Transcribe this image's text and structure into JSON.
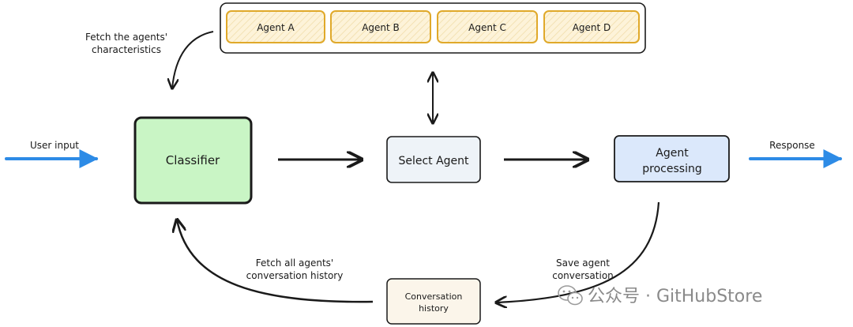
{
  "diagram": {
    "agents": [
      "Agent A",
      "Agent B",
      "Agent C",
      "Agent D"
    ],
    "nodes": {
      "classifier": "Classifier",
      "select_agent": "Select Agent",
      "agent_processing_line1": "Agent",
      "agent_processing_line2": "processing",
      "conversation_history_line1": "Conversation",
      "conversation_history_line2": "history"
    },
    "labels": {
      "user_input": "User input",
      "response": "Response",
      "fetch_characteristics_line1": "Fetch the agents'",
      "fetch_characteristics_line2": "characteristics",
      "fetch_history_line1": "Fetch all agents'",
      "fetch_history_line2": "conversation history",
      "save_conversation_line1": "Save agent",
      "save_conversation_line2": "conversation"
    },
    "colors": {
      "classifier_fill": "#c9f5c5",
      "select_fill": "#eef3f8",
      "processing_fill": "#dbe8fb",
      "agent_fill": "#fdf3d9",
      "agent_border": "#e0a92a",
      "history_fill": "#fbf5ea",
      "blue_arrow": "#2d8be6"
    }
  },
  "watermark": {
    "icon": "wechat-icon",
    "text": "公众号 · GitHubStore"
  }
}
